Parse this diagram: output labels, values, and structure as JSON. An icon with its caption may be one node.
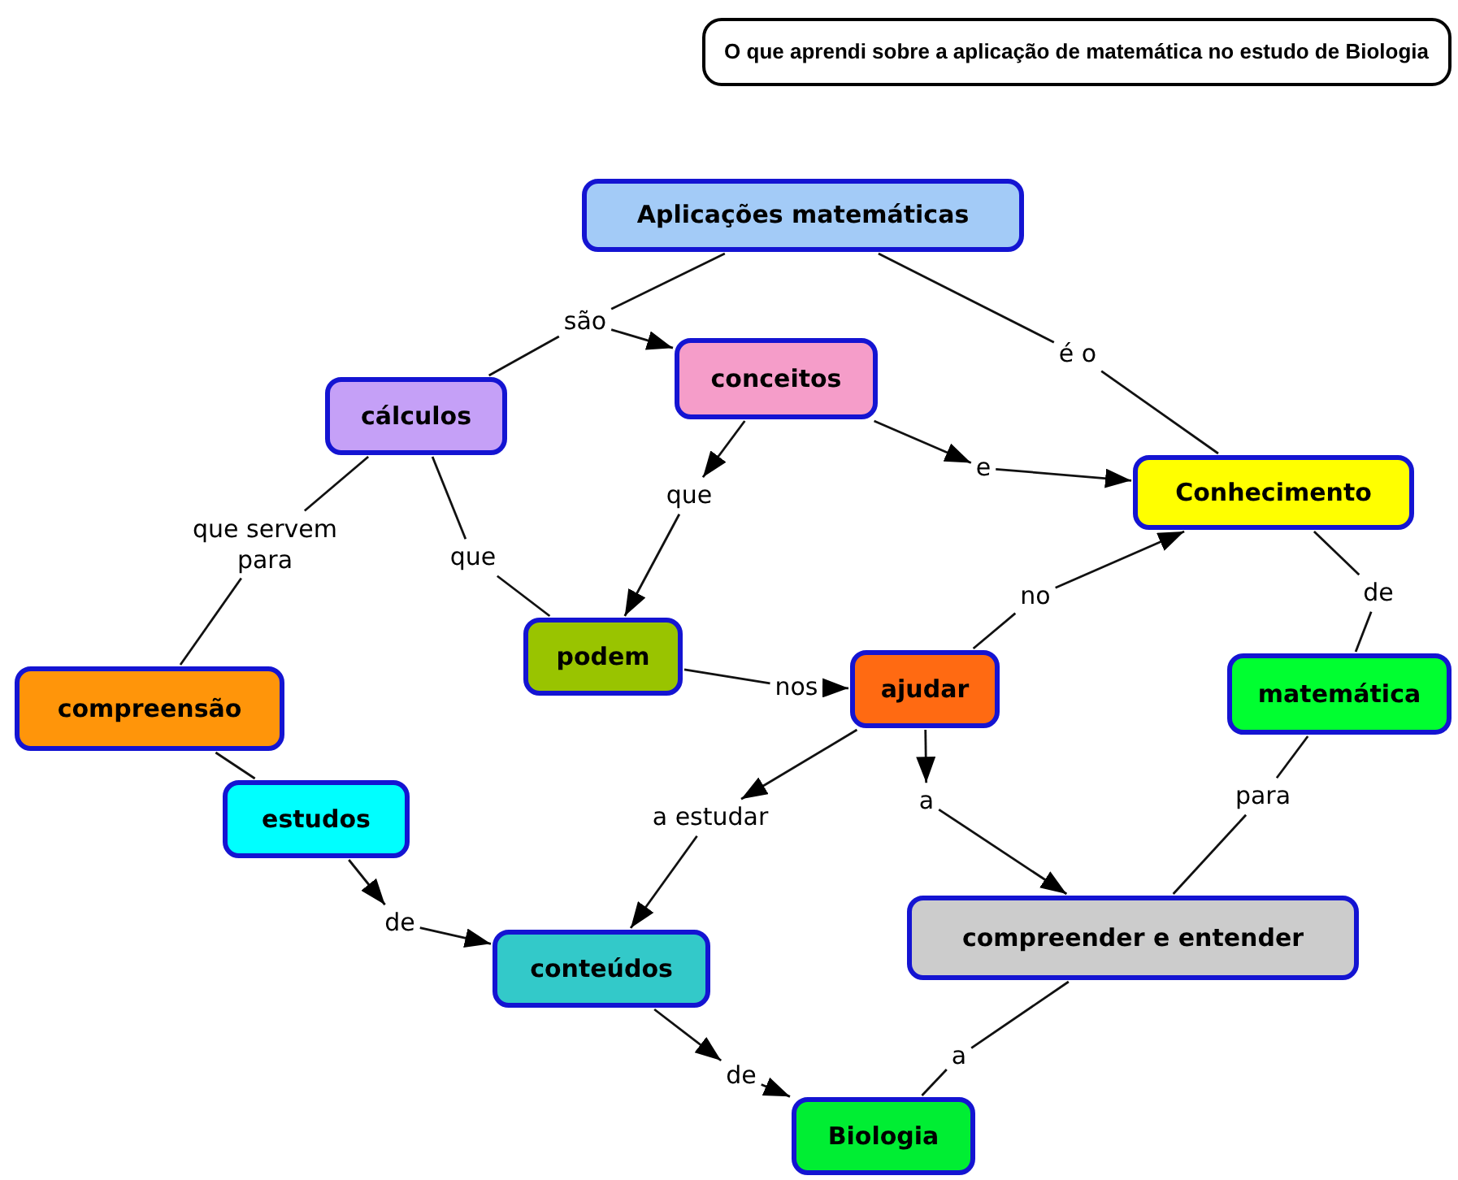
{
  "diagram": {
    "title": "O que aprendi sobre a aplicação de matemática no estudo de Biologia",
    "nodes": [
      {
        "text": [
          "Aplicações matemáticas"
        ]
      },
      {
        "text": [
          "cálculos"
        ]
      },
      {
        "text": [
          "conceitos"
        ]
      },
      {
        "text": [
          "Conhecimento"
        ]
      },
      {
        "text": [
          "podem"
        ]
      },
      {
        "text": [
          "ajudar"
        ]
      },
      {
        "text": [
          "compreensão"
        ]
      },
      {
        "text": [
          "matemática"
        ]
      },
      {
        "text": [
          "estudos"
        ]
      },
      {
        "text": [
          "conteúdos"
        ]
      },
      {
        "text": [
          "compreender e entender"
        ]
      },
      {
        "text": [
          "Biologia"
        ]
      },
      {
        "text": [
          "são"
        ]
      },
      {
        "text": [
          "é o"
        ]
      },
      {
        "text": [
          "que"
        ]
      },
      {
        "text": [
          "e"
        ]
      },
      {
        "text": [
          "que servem para"
        ]
      },
      {
        "text": [
          "que"
        ]
      },
      {
        "text": [
          "no"
        ]
      },
      {
        "text": [
          "de"
        ]
      },
      {
        "text": [
          "nos"
        ]
      },
      {
        "text": [
          "a estudar"
        ]
      },
      {
        "text": [
          "a"
        ]
      },
      {
        "text": [
          "para"
        ]
      },
      {
        "text": [
          "de"
        ]
      },
      {
        "text": [
          "de"
        ]
      },
      {
        "text": [
          "a"
        ]
      }
    ],
    "edges": [
      {
        "from": 0,
        "to": 12,
        "arrow": "none"
      },
      {
        "from": 12,
        "to": 1,
        "arrow": "none"
      },
      {
        "from": 12,
        "to": 2,
        "arrow": "to"
      },
      {
        "from": 0,
        "to": 13,
        "arrow": "none"
      },
      {
        "from": 13,
        "to": 3,
        "arrow": "none"
      },
      {
        "from": 2,
        "to": 14,
        "arrow": "to"
      },
      {
        "from": 14,
        "to": 4,
        "arrow": "to"
      },
      {
        "from": 2,
        "to": 15,
        "arrow": "to"
      },
      {
        "from": 15,
        "to": 3,
        "arrow": "to"
      },
      {
        "from": 1,
        "to": 16,
        "arrow": "none"
      },
      {
        "from": 16,
        "to": 6,
        "arrow": "none"
      },
      {
        "from": 1,
        "to": 17,
        "arrow": "none"
      },
      {
        "from": 17,
        "to": 4,
        "arrow": "none"
      },
      {
        "from": 5,
        "to": 18,
        "arrow": "none"
      },
      {
        "from": 18,
        "to": 3,
        "arrow": "to"
      },
      {
        "from": 3,
        "to": 19,
        "arrow": "none"
      },
      {
        "from": 19,
        "to": 7,
        "arrow": "none"
      },
      {
        "from": 4,
        "to": 20,
        "arrow": "none"
      },
      {
        "from": 20,
        "to": 5,
        "arrow": "to"
      },
      {
        "from": 5,
        "to": 21,
        "arrow": "to"
      },
      {
        "from": 21,
        "to": 9,
        "arrow": "to"
      },
      {
        "from": 5,
        "to": 22,
        "arrow": "to"
      },
      {
        "from": 22,
        "to": 10,
        "arrow": "to"
      },
      {
        "from": 7,
        "to": 23,
        "arrow": "none"
      },
      {
        "from": 23,
        "to": 10,
        "arrow": "none"
      },
      {
        "from": 6,
        "to": 8,
        "arrow": "none"
      },
      {
        "from": 8,
        "to": 24,
        "arrow": "to"
      },
      {
        "from": 24,
        "to": 9,
        "arrow": "to"
      },
      {
        "from": 9,
        "to": 25,
        "arrow": "to"
      },
      {
        "from": 25,
        "to": 11,
        "arrow": "to"
      },
      {
        "from": 10,
        "to": 26,
        "arrow": "none"
      },
      {
        "from": 26,
        "to": 11,
        "arrow": "none"
      }
    ]
  }
}
